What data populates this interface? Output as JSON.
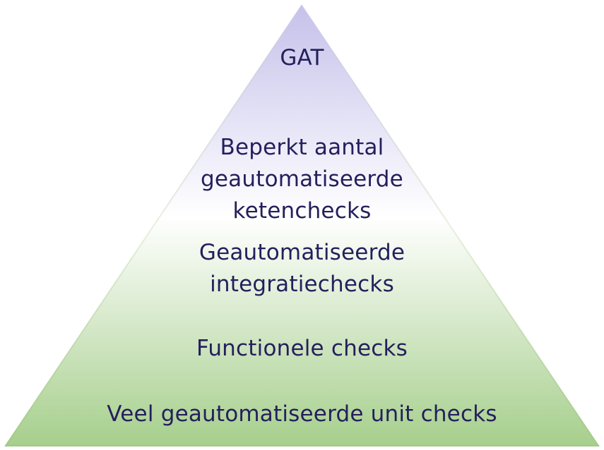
{
  "pyramid": {
    "layers": [
      {
        "label": "GAT"
      },
      {
        "label": "Beperkt aantal\ngeautomatiseerde\nketenchecks"
      },
      {
        "label": "Geautomatiseerde\nintegratiechecks"
      },
      {
        "label": "Functionele checks"
      },
      {
        "label": "Veel geautomatiseerde unit checks"
      }
    ],
    "colors": {
      "top": "#c5c1ea",
      "middle": "#ffffff",
      "bottom": "#a6cf8c",
      "border": "#a7c98b",
      "text": "#241f5c"
    }
  }
}
